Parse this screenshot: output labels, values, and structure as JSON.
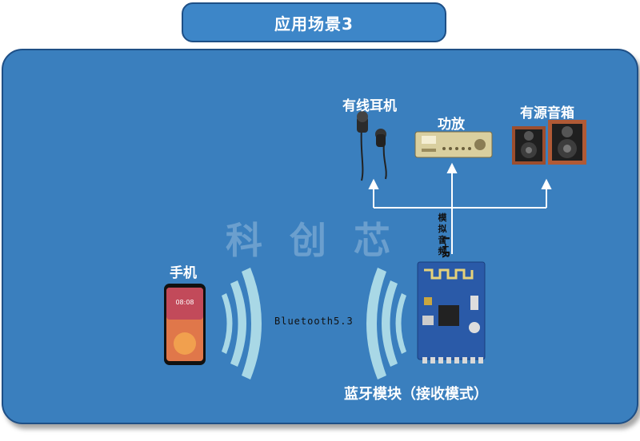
{
  "title": "应用场景3",
  "labels": {
    "wired_earphone": "有线耳机",
    "amplifier": "功放",
    "active_speaker": "有源音箱",
    "analog_audio": [
      "模",
      "拟",
      "音",
      "频"
    ],
    "lr": "L+R",
    "phone": "手机",
    "bluetooth": "Bluetooth5.3",
    "module": "蓝牙模块（接收模式）",
    "watermark": "科创芯"
  },
  "phone_screen": {
    "time": "08:08"
  },
  "colors": {
    "panel": "#3a7fbe",
    "pill": "#3d86c8",
    "wave": "#a9d8e6",
    "pcb": "#2a5aa8"
  }
}
